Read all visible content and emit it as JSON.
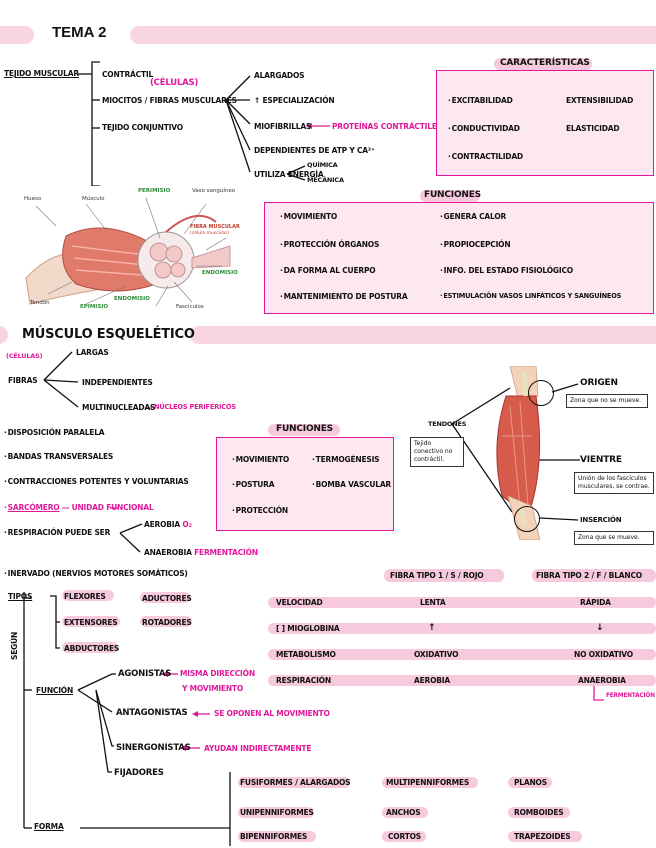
{
  "colors": {
    "accent": "#e0199a",
    "highlight": "#f6c9dc",
    "band": "#f9d5e4",
    "box_fill": "#fde8f1"
  },
  "page_title": "TEMA 2",
  "tejido": {
    "label": "TEJIDO MUSCULAR",
    "contractil": "CONTRÁCTIL",
    "celulas_note": "(CÉLULAS)",
    "miocitos": "MIOCITOS / FIBRAS MUSCULARES",
    "conjuntivo": "TEJIDO CONJUNTIVO",
    "alargados": "ALARGADOS",
    "especializacion": "↑ ESPECIALIZACIÓN",
    "miofibrillas": "MIOFIBRILLAS",
    "proteinas": "PROTEÍNAS CONTRÁCTILES",
    "dependientes": "DEPENDIENTES DE ATP Y Ca²⁺",
    "utiliza": "UTILIZA ENERGÍA",
    "quimica": "QUÍMICA",
    "mecanica": "MECÁNICA"
  },
  "caracteristicas": {
    "title": "CARACTERÍSTICAS",
    "items": [
      "EXCITABILIDAD",
      "EXTENSIBILIDAD",
      "CONDUCTIVIDAD",
      "ELASTICIDAD",
      "CONTRACTILIDAD"
    ]
  },
  "figure1": {
    "labels": [
      "Hueso",
      "Músculo",
      "PERIMISIO",
      "Vaso sanguíneo",
      "FIBRA MUSCULAR",
      "(célula muscular)",
      "ENDOMISIO",
      "Tendón",
      "EPIMISIO",
      "ENDOMISIO",
      "Fascículos"
    ]
  },
  "funciones1": {
    "title": "FUNCIONES",
    "items": [
      "MOVIMIENTO",
      "GENERA CALOR",
      "PROTECCIÓN ÓRGANOS",
      "PROPIOCEPCIÓN",
      "DA FORMA AL CUERPO",
      "INFO. DEL ESTADO FISIOLÓGICO",
      "MANTENIMIENTO DE POSTURA",
      "ESTIMULACIÓN VASOS LINFÁTICOS Y SANGUÍNEOS"
    ]
  },
  "esqueletico": {
    "title": "MÚSCULO ESQUELÉTICO",
    "celulas": "(CÉLULAS)",
    "fibras": "FIBRAS",
    "largas": "LARGAS",
    "indep": "INDEPENDIENTES",
    "multi": "MULTINUCLEADAS",
    "nucleos": "NÚCLEOS PERIFÉRICOS",
    "paralela": "DISPOSICIÓN PARALELA",
    "bandas": "BANDAS TRANSVERSALES",
    "contracciones": "CONTRACCIONES POTENTES Y VOLUNTARIAS",
    "sarcomero": "SARCÓMERO",
    "unidad": "UNIDAD FUNCIONAL",
    "respiracion": "RESPIRACIÓN PUEDE SER",
    "aerobia": "AEROBIA",
    "o2": "O₂",
    "anaerobia": "ANAEROBIA",
    "fermentacion": "FERMENTACIÓN",
    "inervado": "INERVADO (NERVIOS MOTORES SOMÁTICOS)"
  },
  "funciones2": {
    "title": "FUNCIONES",
    "items": [
      "MOVIMIENTO",
      "TERMOGÉNESIS",
      "POSTURA",
      "BOMBA VASCULAR",
      "PROTECCIÓN"
    ]
  },
  "figure2": {
    "tendones": "TENDONES",
    "tendones_note": "Tejido conectivo no contráctil.",
    "origen": "ORIGEN",
    "origen_note": "Zona que no se mueve.",
    "vientre": "VIENTRE",
    "vientre_note": "Unión de los fascículos musculares, se contrae.",
    "insercion": "INSERCIÓN",
    "insercion_note": "Zona que se mueve."
  },
  "tipos": {
    "segun": "SEGÚN",
    "tipos": "TIPOS",
    "flexores": "FLEXORES",
    "extensores": "EXTENSORES",
    "abductores": "ABDUCTORES",
    "aductores": "ADUCTORES",
    "rotadores": "ROTADORES",
    "funcion": "FUNCIÓN",
    "agonistas": "AGONISTAS",
    "agonistas_note1": "MISMA DIRECCIÓN",
    "agonistas_note2": "Y MOVIMIENTO",
    "antagonistas": "ANTAGONISTAS",
    "antagonistas_note": "SE OPONEN AL MOVIMIENTO",
    "sinergonistas": "SINERGONISTAS",
    "sinergonistas_note": "AYUDAN INDIRECTAMENTE",
    "fijadores": "FIJADORES",
    "forma": "FORMA"
  },
  "tabla": {
    "headers": [
      "FIBRA TIPO 1 / S / ROJO",
      "FIBRA TIPO 2 / F / BLANCO"
    ],
    "rows": [
      {
        "label": "VELOCIDAD",
        "a": "LENTA",
        "b": "RÁPIDA"
      },
      {
        "label": "[ ] MIOGLOBINA",
        "a": "↑",
        "b": "↓"
      },
      {
        "label": "METABOLISMO",
        "a": "OXIDATIVO",
        "b": "NO OXIDATIVO"
      },
      {
        "label": "RESPIRACIÓN",
        "a": "AEROBIA",
        "b": "ANAEROBIA"
      }
    ],
    "fermentacion": "FERMENTACIÓN"
  },
  "formas": {
    "items": [
      "FUSIFORMES / ALARGADOS",
      "MULTIPENNIFORMES",
      "PLANOS",
      "UNIPENNIFORMES",
      "ANCHOS",
      "ROMBOIDES",
      "BIPENNIFORMES",
      "CORTOS",
      "TRAPEZOIDES"
    ]
  }
}
